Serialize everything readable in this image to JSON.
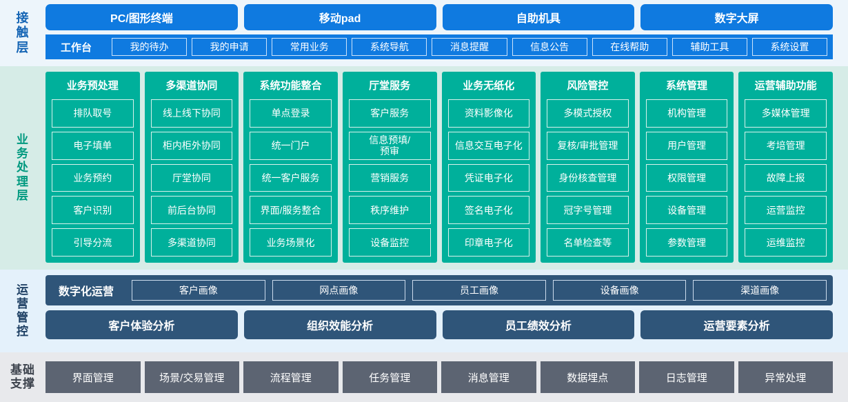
{
  "layers": {
    "contact": {
      "label": "接触层",
      "channels": [
        "PC/图形终端",
        "移动pad",
        "自助机具",
        "数字大屏"
      ],
      "nav_title": "工作台",
      "nav_items": [
        "我的待办",
        "我的申请",
        "常用业务",
        "系统导航",
        "消息提醒",
        "信息公告",
        "在线帮助",
        "辅助工具",
        "系统设置"
      ]
    },
    "business": {
      "label": "业务处理层",
      "columns": [
        {
          "title": "业务预处理",
          "items": [
            "排队取号",
            "电子填单",
            "业务预约",
            "客户识别",
            "引导分流"
          ]
        },
        {
          "title": "多渠道协同",
          "items": [
            "线上线下协同",
            "柜内柜外协同",
            "厅堂协同",
            "前后台协同",
            "多渠道协同"
          ]
        },
        {
          "title": "系统功能整合",
          "items": [
            "单点登录",
            "统一门户",
            "统一客户服务",
            "界面/服务整合",
            "业务场景化"
          ]
        },
        {
          "title": "厅堂服务",
          "items": [
            "客户服务",
            "信息预填/\n预审",
            "营销服务",
            "秩序维护",
            "设备监控"
          ]
        },
        {
          "title": "业务无纸化",
          "items": [
            "资料影像化",
            "信息交互电子化",
            "凭证电子化",
            "签名电子化",
            "印章电子化"
          ]
        },
        {
          "title": "风险管控",
          "items": [
            "多模式授权",
            "复核/审批管理",
            "身份核查管理",
            "冠字号管理",
            "名单检查等"
          ]
        },
        {
          "title": "系统管理",
          "items": [
            "机构管理",
            "用户管理",
            "权限管理",
            "设备管理",
            "参数管理"
          ]
        },
        {
          "title": "运营辅助功能",
          "items": [
            "多媒体管理",
            "考培管理",
            "故障上报",
            "运营监控",
            "运维监控"
          ]
        }
      ]
    },
    "operations": {
      "label": "运营管控",
      "digital_title": "数字化运营",
      "portraits": [
        "客户画像",
        "网点画像",
        "员工画像",
        "设备画像",
        "渠道画像"
      ],
      "analyses": [
        "客户体验分析",
        "组织效能分析",
        "员工绩效分析",
        "运营要素分析"
      ]
    },
    "base": {
      "label": "基础支撑",
      "items": [
        "界面管理",
        "场景/交易管理",
        "流程管理",
        "任务管理",
        "消息管理",
        "数据埋点",
        "日志管理",
        "异常处理"
      ]
    }
  },
  "colors": {
    "contact_blue": "#0f7ae0",
    "contact_bg": "#edf5fb",
    "business_teal": "#00b09b",
    "business_bg": "#d6ece7",
    "ops_slate": "#2f5579",
    "ops_bg": "#e4f1fb",
    "base_gray": "#5c6472",
    "base_bg": "#e8e9ec"
  }
}
